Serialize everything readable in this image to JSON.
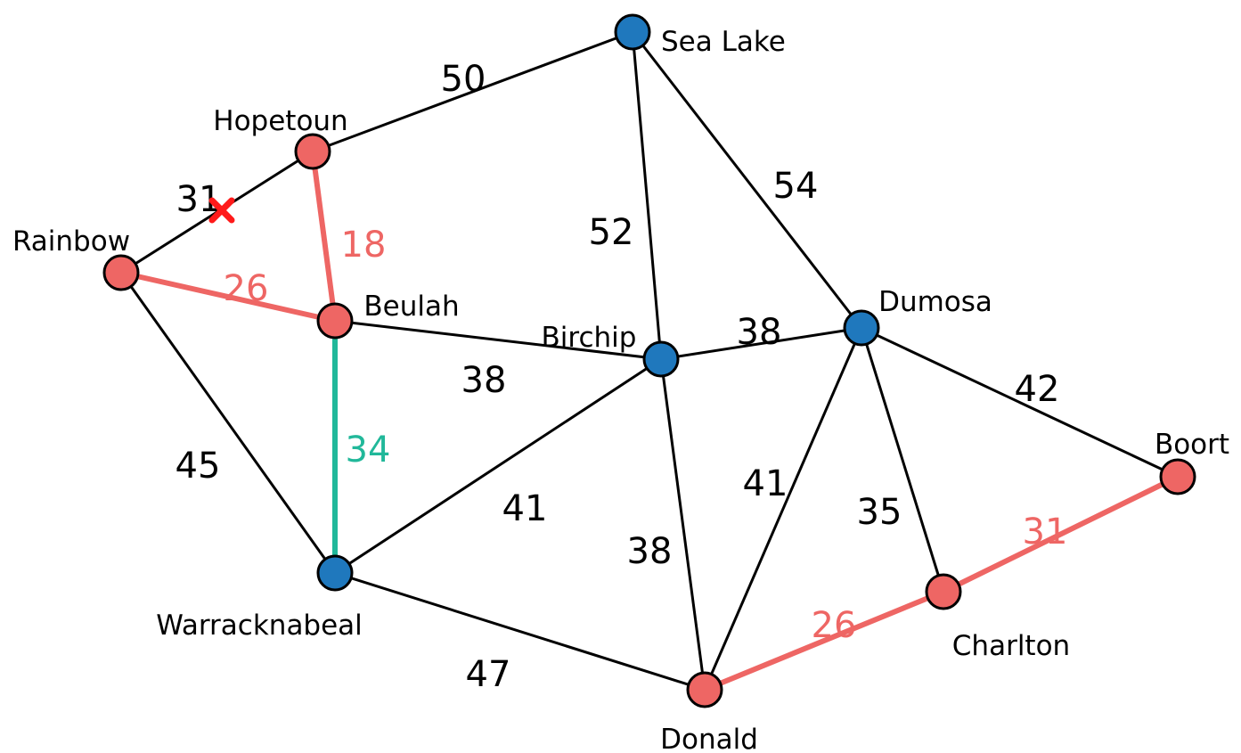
{
  "colors": {
    "red": "#ee6664",
    "blue": "#1f78bd",
    "teal": "#21b89a",
    "black": "#000000",
    "cross": "#ff1a1a"
  },
  "nodes": [
    {
      "id": "sea-lake",
      "label": "Sea Lake",
      "color": "blue"
    },
    {
      "id": "hopetoun",
      "label": "Hopetoun",
      "color": "red"
    },
    {
      "id": "rainbow",
      "label": "Rainbow",
      "color": "red"
    },
    {
      "id": "beulah",
      "label": "Beulah",
      "color": "red"
    },
    {
      "id": "birchip",
      "label": "Birchip",
      "color": "blue"
    },
    {
      "id": "dumosa",
      "label": "Dumosa",
      "color": "blue"
    },
    {
      "id": "boort",
      "label": "Boort",
      "color": "red"
    },
    {
      "id": "warracknabeal",
      "label": "Warracknabeal",
      "color": "blue"
    },
    {
      "id": "charlton",
      "label": "Charlton",
      "color": "red"
    },
    {
      "id": "donald",
      "label": "Donald",
      "color": "red"
    }
  ],
  "edges": [
    {
      "id": "hopetoun-sealake",
      "from": "hopetoun",
      "to": "sea-lake",
      "weight": "50",
      "color": "black"
    },
    {
      "id": "rainbow-hopetoun",
      "from": "rainbow",
      "to": "hopetoun",
      "weight": "31",
      "color": "black",
      "crossed": true
    },
    {
      "id": "hopetoun-beulah",
      "from": "hopetoun",
      "to": "beulah",
      "weight": "18",
      "color": "red"
    },
    {
      "id": "rainbow-beulah",
      "from": "rainbow",
      "to": "beulah",
      "weight": "26",
      "color": "red"
    },
    {
      "id": "sealake-birchip",
      "from": "sea-lake",
      "to": "birchip",
      "weight": "52",
      "color": "black"
    },
    {
      "id": "sealake-dumosa",
      "from": "sea-lake",
      "to": "dumosa",
      "weight": "54",
      "color": "black"
    },
    {
      "id": "beulah-birchip",
      "from": "beulah",
      "to": "birchip",
      "weight": "38",
      "color": "black"
    },
    {
      "id": "birchip-dumosa",
      "from": "birchip",
      "to": "dumosa",
      "weight": "38",
      "color": "black"
    },
    {
      "id": "rainbow-warracknabeal",
      "from": "rainbow",
      "to": "warracknabeal",
      "weight": "45",
      "color": "black"
    },
    {
      "id": "beulah-warracknabeal",
      "from": "beulah",
      "to": "warracknabeal",
      "weight": "34",
      "color": "teal"
    },
    {
      "id": "warracknabeal-birchip",
      "from": "warracknabeal",
      "to": "birchip",
      "weight": "41",
      "color": "black"
    },
    {
      "id": "birchip-donald",
      "from": "birchip",
      "to": "donald",
      "weight": "38",
      "color": "black"
    },
    {
      "id": "dumosa-donald",
      "from": "dumosa",
      "to": "donald",
      "weight": "41",
      "color": "black"
    },
    {
      "id": "dumosa-charlton",
      "from": "dumosa",
      "to": "charlton",
      "weight": "35",
      "color": "black"
    },
    {
      "id": "dumosa-boort",
      "from": "dumosa",
      "to": "boort",
      "weight": "42",
      "color": "black"
    },
    {
      "id": "warracknabeal-donald",
      "from": "warracknabeal",
      "to": "donald",
      "weight": "47",
      "color": "black"
    },
    {
      "id": "donald-charlton",
      "from": "donald",
      "to": "charlton",
      "weight": "26",
      "color": "red"
    },
    {
      "id": "charlton-boort",
      "from": "charlton",
      "to": "boort",
      "weight": "31",
      "color": "red"
    }
  ]
}
